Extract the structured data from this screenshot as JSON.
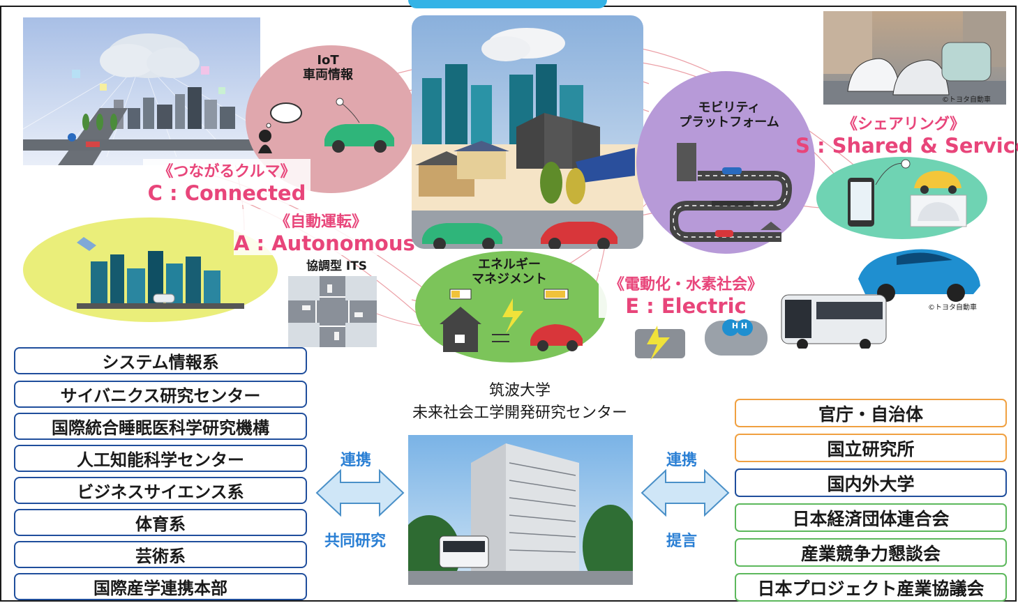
{
  "concepts": {
    "iot": {
      "line1": "IoT",
      "line2": "車両情報"
    },
    "connected": {
      "jp": "《つながるクルマ》",
      "en": "C : Connected"
    },
    "autonomous": {
      "jp": "《自動運転》",
      "en": "A : Autonomous"
    },
    "its": "協調型 ITS",
    "energy": {
      "line1": "エネルギー",
      "line2": "マネジメント"
    },
    "electric": {
      "jp": "《電動化・水素社会》",
      "en": "E : Electric"
    },
    "mobility": {
      "line1": "モビリティ",
      "line2": "プラットフォーム"
    },
    "sharing": {
      "jp": "《シェアリング》",
      "en": "S : Shared & Services"
    },
    "hydrogen_tank": "H H"
  },
  "credits": {
    "top_photo": "©トヨタ自動車",
    "car_photo": "©トヨタ自動車"
  },
  "center": {
    "university": "筑波大学",
    "center_name": "未来社会工学開発研究センター"
  },
  "arrows": {
    "left_top": "連携",
    "left_bottom": "共同研究",
    "right_top": "連携",
    "right_bottom": "提言"
  },
  "left_partners": [
    "システム情報系",
    "サイバニクス研究センター",
    "国際統合睡眠医科学研究機構",
    "人工知能科学センター",
    "ビジネスサイエンス系",
    "体育系",
    "芸術系",
    "国際産学連携本部"
  ],
  "right_partners": [
    {
      "label": "官庁・自治体",
      "color": "#f0a040"
    },
    {
      "label": "国立研究所",
      "color": "#f0a040"
    },
    {
      "label": "国内外大学",
      "color": "#1f4e9c"
    },
    {
      "label": "日本経済団体連合会",
      "color": "#5cb85c"
    },
    {
      "label": "産業競争力懇談会",
      "color": "#5cb85c"
    },
    {
      "label": "日本プロジェクト産業協議会",
      "color": "#5cb85c"
    }
  ],
  "colors": {
    "accent_pink": "#e8457a",
    "connected_circle": "#e0a7ad",
    "autonomous_circle": "#eaee7a",
    "energy_circle": "#7cc45a",
    "mobility_circle": "#b79ad8",
    "sharing_circle": "#6fd3b3",
    "box_border": "#1f4e9c",
    "arrow_fill": "#cfe6f7"
  }
}
